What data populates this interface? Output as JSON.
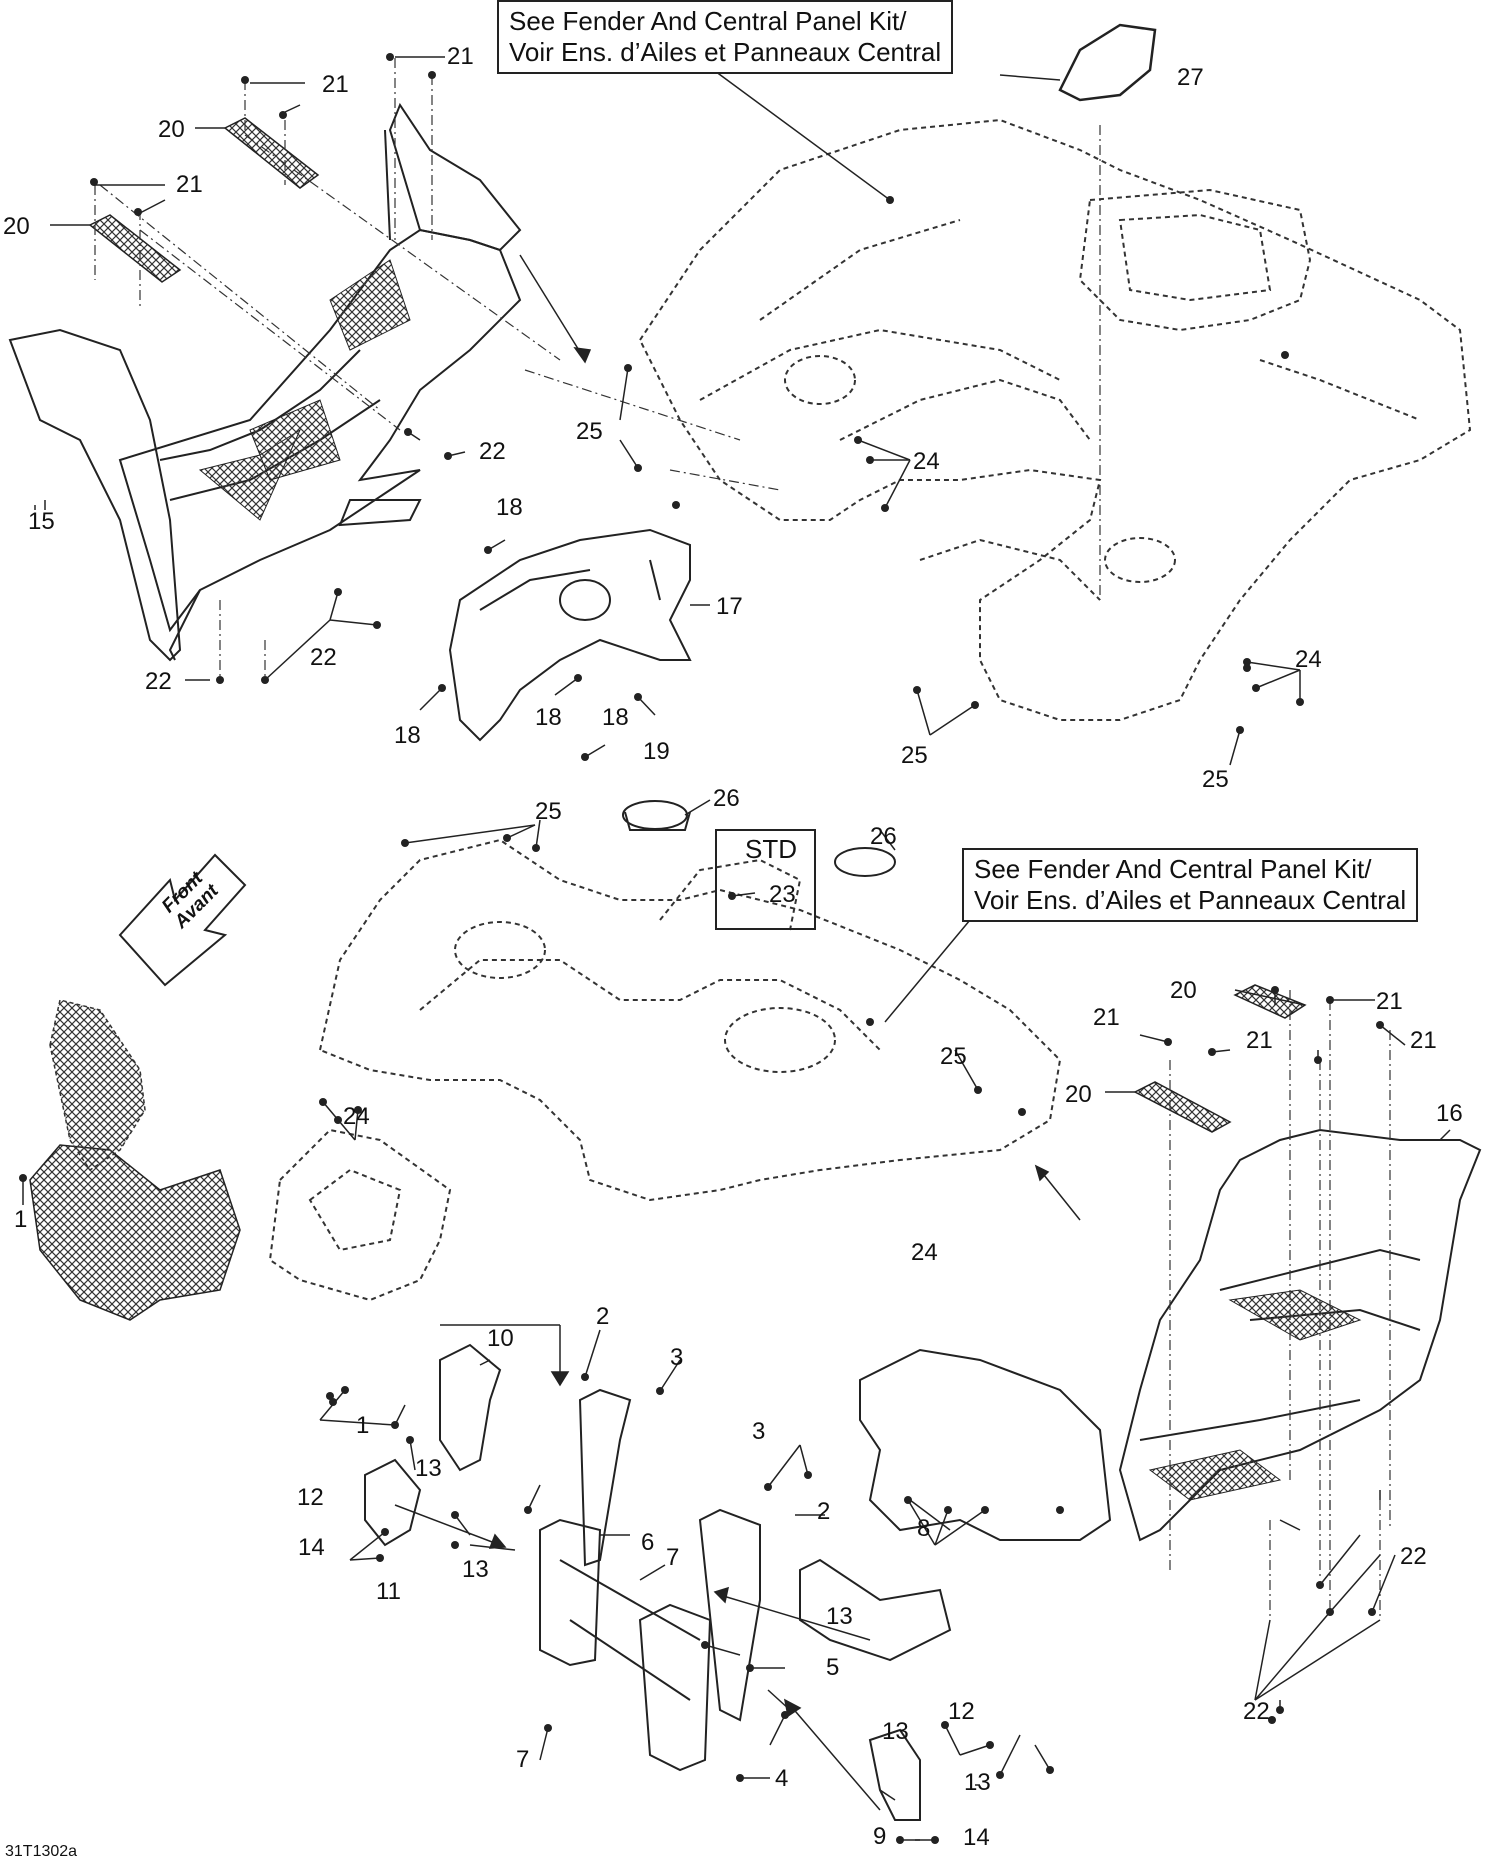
{
  "notes": {
    "top": {
      "line1": "See Fender And Central Panel Kit/",
      "line2": "Voir Ens. d’Ailes et Panneaux Central"
    },
    "middle": {
      "line1": "See Fender And Central Panel Kit/",
      "line2": "Voir Ens. d’Ailes et Panneaux Central"
    }
  },
  "std_box": {
    "label": "STD"
  },
  "front_arrow": {
    "line1": "Front",
    "line2": "Avant"
  },
  "drawing_id": "31T1302a",
  "callouts": [
    "1",
    "1",
    "2",
    "2",
    "3",
    "3",
    "4",
    "5",
    "6",
    "7",
    "7",
    "8",
    "9",
    "10",
    "11",
    "12",
    "12",
    "13",
    "13",
    "13",
    "13",
    "13",
    "14",
    "14",
    "15",
    "16",
    "17",
    "18",
    "18",
    "18",
    "18",
    "19",
    "20",
    "20",
    "20",
    "20",
    "21",
    "21",
    "21",
    "21",
    "21",
    "21",
    "21",
    "22",
    "22",
    "22",
    "22",
    "22",
    "22",
    "24",
    "24",
    "24",
    "24",
    "25",
    "25",
    "25",
    "25",
    "25",
    "26",
    "26",
    "27",
    "23"
  ]
}
